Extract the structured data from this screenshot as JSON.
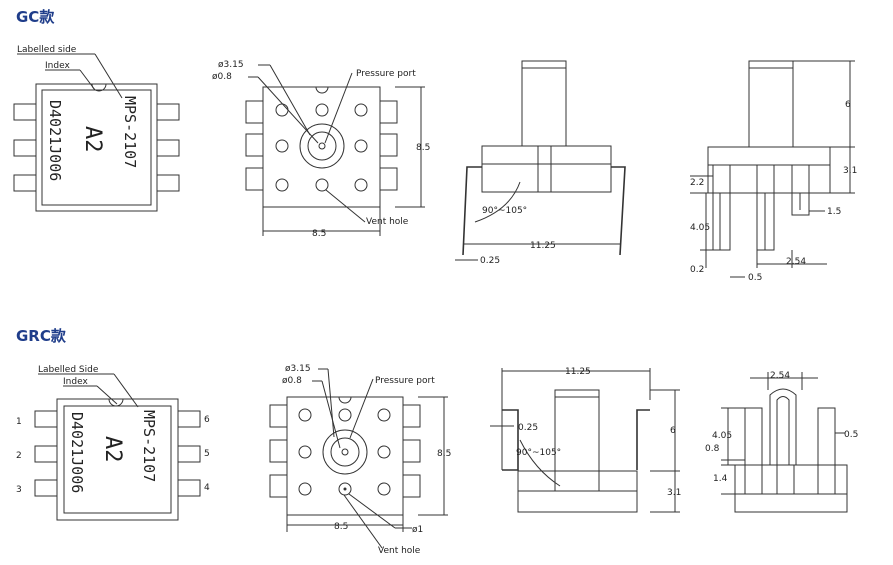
{
  "gc": {
    "title": "GC款",
    "labelled_side": "Labelled side",
    "index": "Index",
    "chip": {
      "line1": "MPS-2107",
      "line2": "A2",
      "line3": "D4021J006"
    },
    "dia_315": "ø3.15",
    "dia_08": "ø0.8",
    "pressure_port": "Pressure port",
    "vent_hole": "Vent hole",
    "dim_85_v": "8.5",
    "dim_85_h": "8.5",
    "angle": "90°~105°",
    "dim_1125": "11.25",
    "dim_025": "0.25",
    "dim_6": "6",
    "dim_31": "3.1",
    "dim_22": "2.2",
    "dim_15": "1.5",
    "dim_405": "4.05",
    "dim_02": "0.2",
    "dim_254": "2.54",
    "dim_05": "0.5"
  },
  "grc": {
    "title": "GRC款",
    "labelled_side": "Labelled Side",
    "index": "Index",
    "pins": [
      "1",
      "2",
      "3",
      "6",
      "5",
      "4"
    ],
    "chip": {
      "line1": "MPS-2107",
      "line2": "A2",
      "line3": "D4021J006"
    },
    "dia_315": "ø3.15",
    "dia_08": "ø0.8",
    "pressure_port": "Pressure port",
    "dim_85_v": "8.5",
    "dim_85_h": "8.5",
    "dia_1": "ø1",
    "vent_hole": "Vent hole",
    "dim_1125": "11.25",
    "dim_025": "0.25",
    "angle": "90°~105°",
    "dim_6": "6",
    "dim_31": "3.1",
    "dim_254": "2.54",
    "dim_405": "4.05",
    "dim_08": "0.8",
    "dim_05": "0.5",
    "dim_14": "1.4"
  }
}
